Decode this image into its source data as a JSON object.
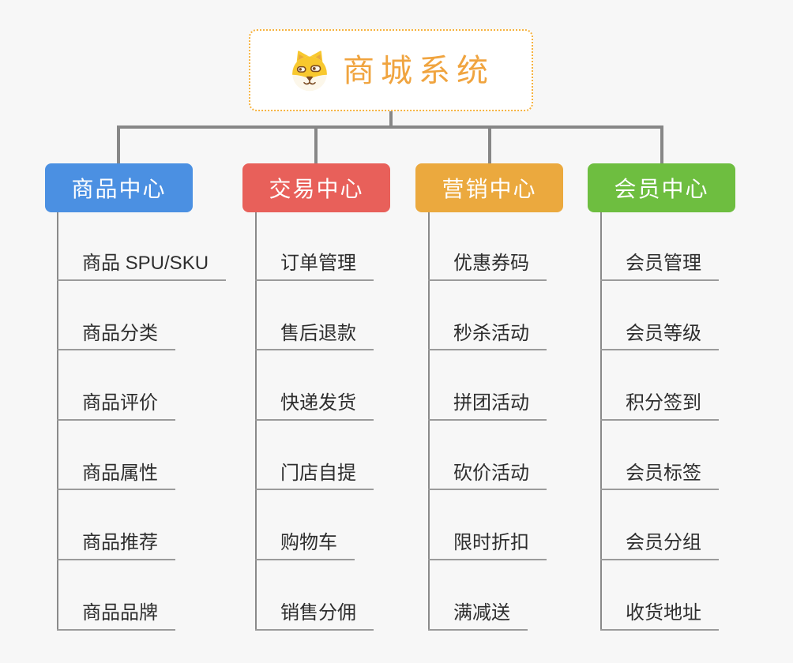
{
  "app": {
    "background_color": "#f7f7f7",
    "connector_color": "#878787"
  },
  "root": {
    "title": "商城系统",
    "icon": "shiba-dog-icon",
    "accent_color": "#f0a43f",
    "border_color": "#f6b23f"
  },
  "branches": [
    {
      "label": "商品中心",
      "color": "#4b90e2",
      "items": [
        "商品 SPU/SKU",
        "商品分类",
        "商品评价",
        "商品属性",
        "商品推荐",
        "商品品牌"
      ]
    },
    {
      "label": "交易中心",
      "color": "#e8605a",
      "items": [
        "订单管理",
        "售后退款",
        "快递发货",
        "门店自提",
        "购物车",
        "销售分佣"
      ]
    },
    {
      "label": "营销中心",
      "color": "#eba93e",
      "items": [
        "优惠券码",
        "秒杀活动",
        "拼团活动",
        "砍价活动",
        "限时折扣",
        "满减送"
      ]
    },
    {
      "label": "会员中心",
      "color": "#6ebe40",
      "items": [
        "会员管理",
        "会员等级",
        "积分签到",
        "会员标签",
        "会员分组",
        "收货地址"
      ]
    }
  ]
}
